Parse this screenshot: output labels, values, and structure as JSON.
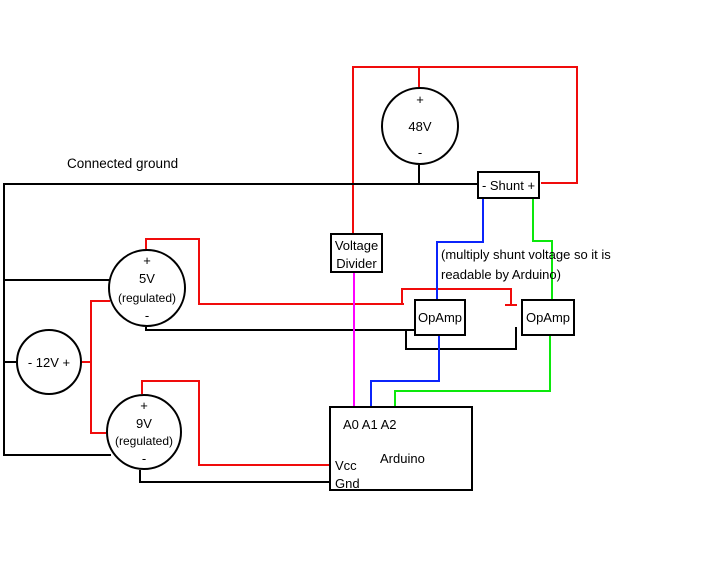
{
  "palette": {
    "red": "#f00c0c",
    "black": "#000000",
    "blue": "#0b24fb",
    "green": "#0ce80c",
    "magenta": "#ff00ff"
  },
  "labels": {
    "connected_ground": "Connected ground",
    "note_line1": "(multiply shunt voltage so it is",
    "note_line2": "readable by Arduino)"
  },
  "sources": {
    "v48": {
      "plus": "+",
      "value": "48V",
      "minus": "-"
    },
    "v5": {
      "plus": "+",
      "value": "5V",
      "regulated": "(regulated)",
      "minus": "-"
    },
    "v9": {
      "plus": "+",
      "value": "9V",
      "regulated": "(regulated)",
      "minus": "-"
    },
    "v12": {
      "value": "- 12V +"
    }
  },
  "components": {
    "shunt": {
      "label": "- Shunt +"
    },
    "voltage_divider": {
      "line1": "Voltage",
      "line2": "Divider"
    },
    "opamp_left": {
      "label": "OpAmp"
    },
    "opamp_right": {
      "label": "OpAmp"
    },
    "arduino": {
      "name": "Arduino",
      "analog_pins": "A0 A1 A2",
      "vcc": "Vcc",
      "gnd": "Gnd"
    }
  }
}
